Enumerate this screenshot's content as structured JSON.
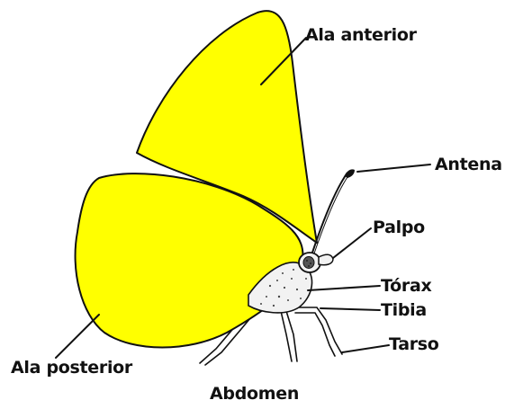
{
  "labels": {
    "ala_anterior": "Ala anterior",
    "antena": "Antena",
    "palpo": "Palpo",
    "torax": "Tórax",
    "tibia": "Tibia",
    "tarso": "Tarso",
    "ala_posterior": "Ala posterior",
    "abdomen": "Abdomen"
  },
  "colors": {
    "wing_fill": "#ffff00",
    "outline": "#111111",
    "body_fill": "#f2f2f2",
    "background": "#ffffff"
  }
}
